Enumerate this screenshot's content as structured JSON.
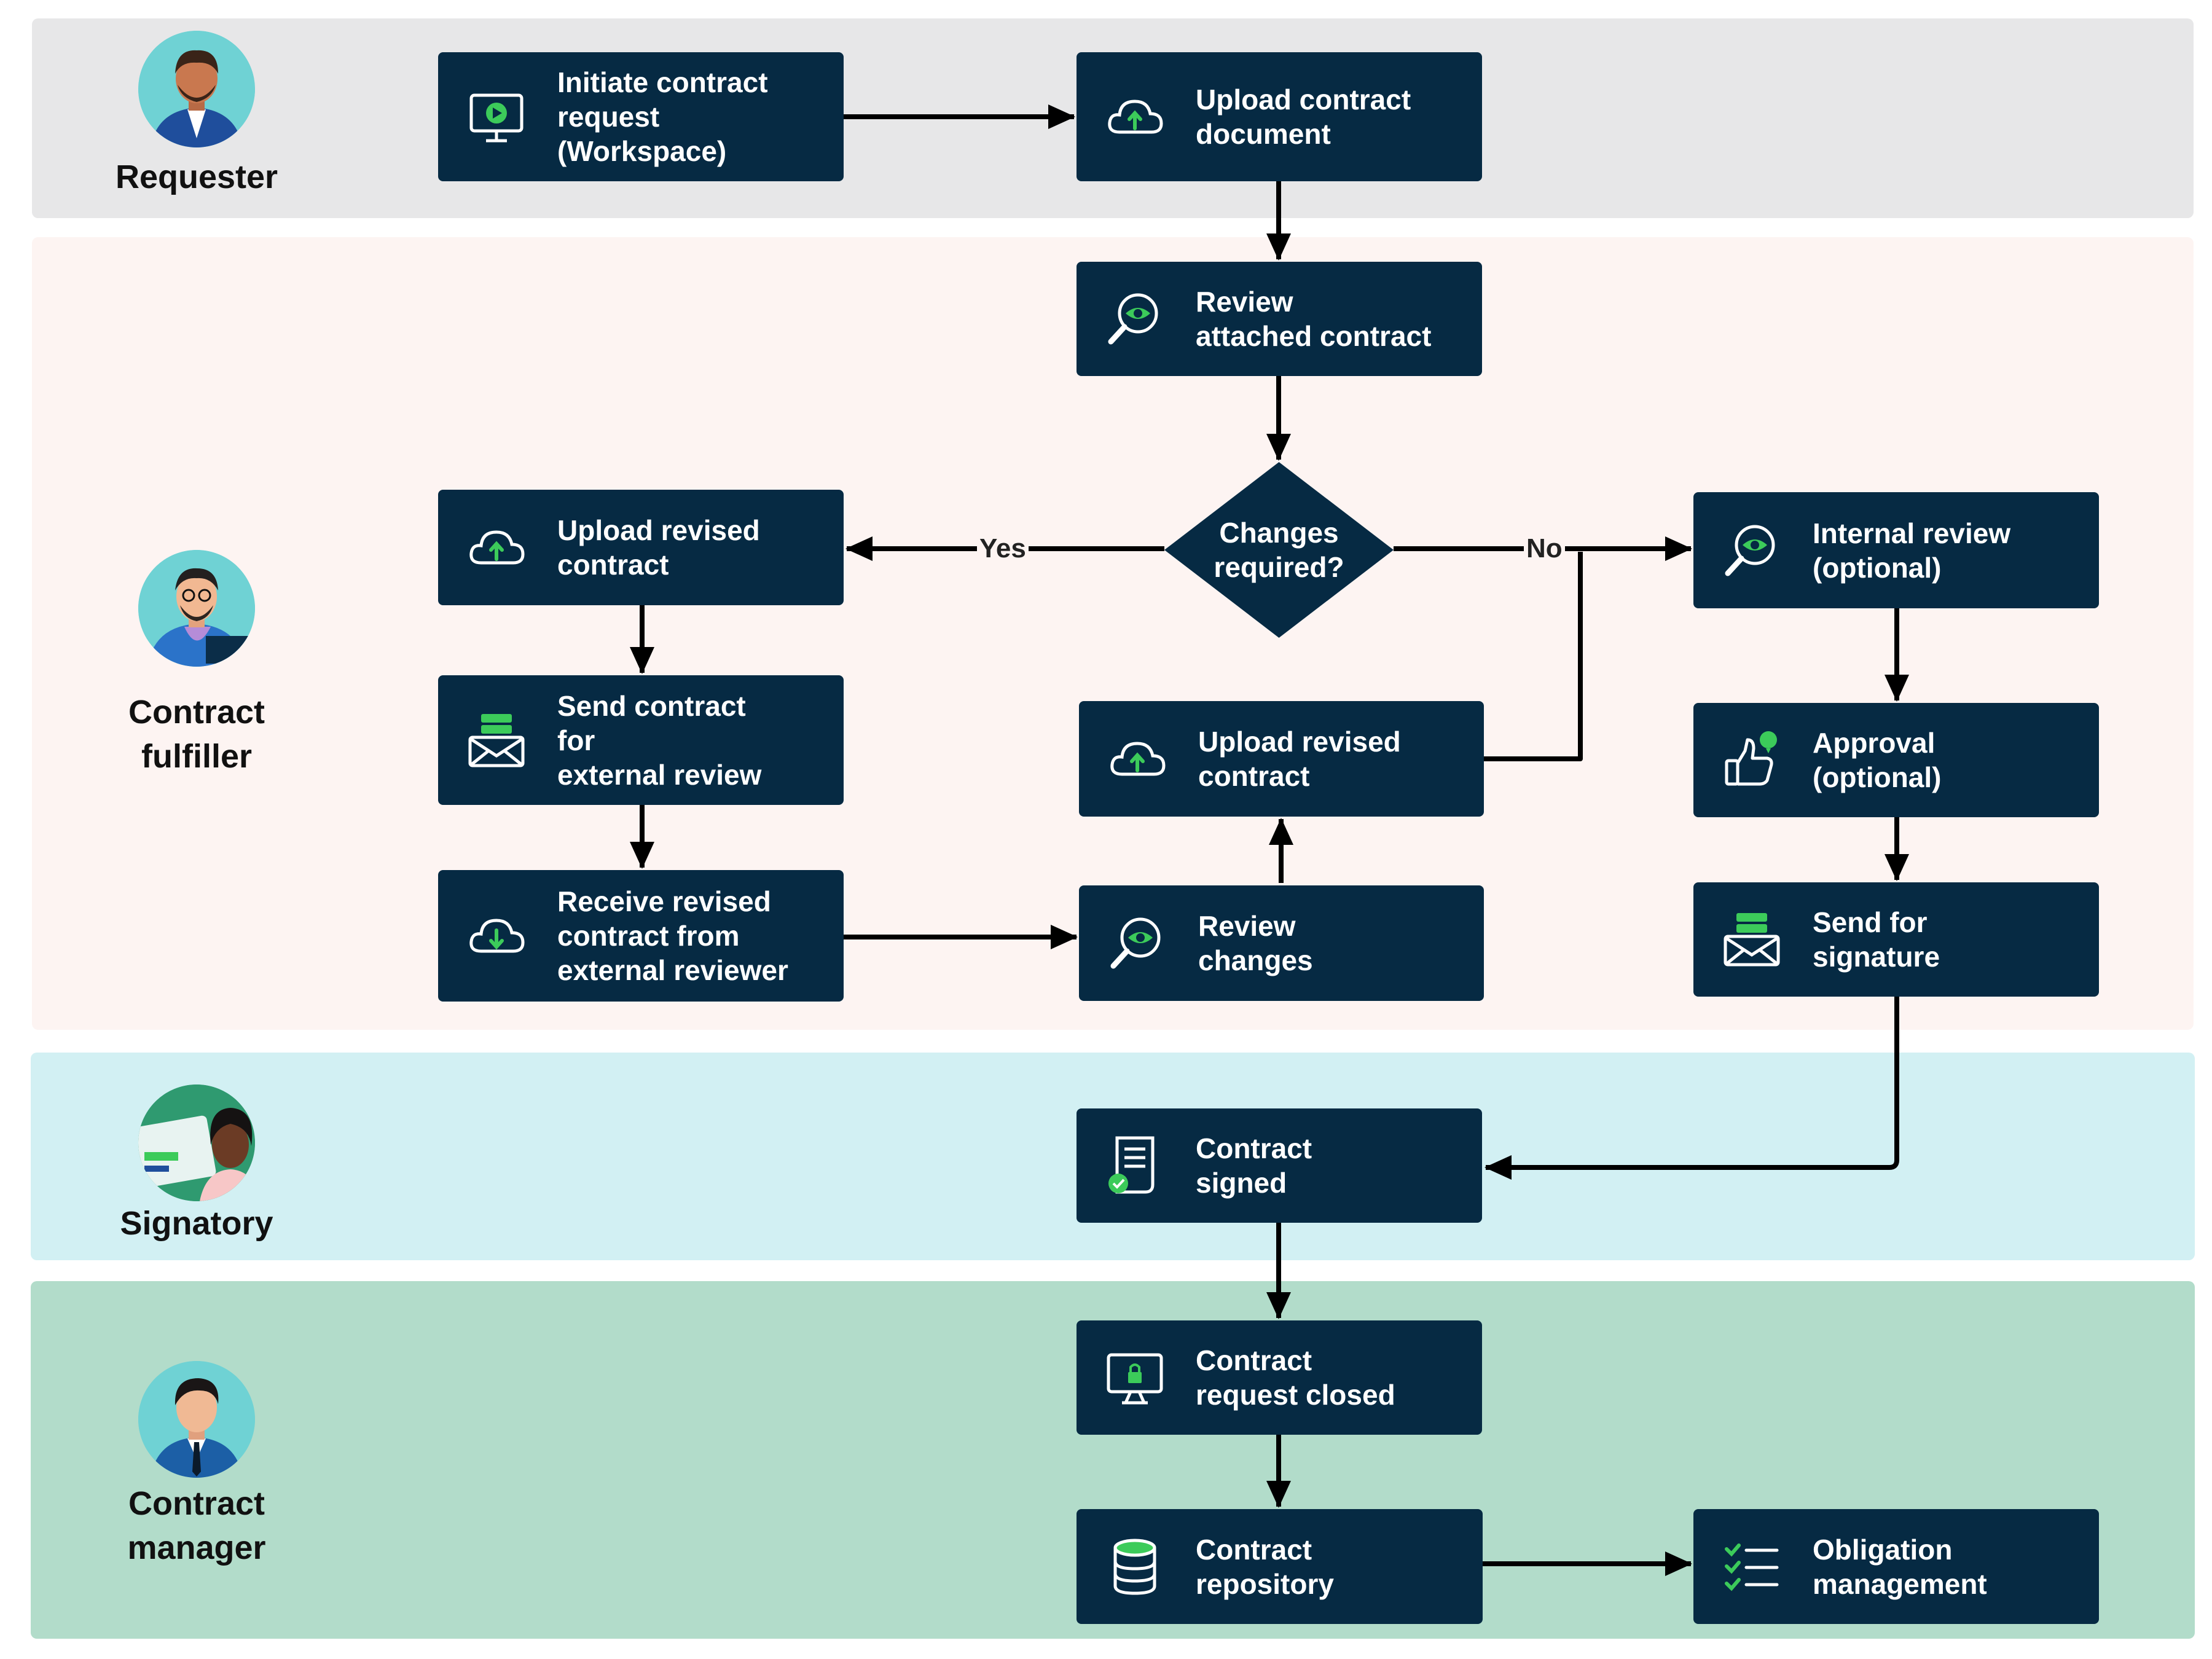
{
  "lanes": {
    "requester": "Requester",
    "fulfiller": "Contract\nfulfiller",
    "signatory": "Signatory",
    "manager": "Contract\nmanager"
  },
  "nodes": {
    "initiate": "Initiate contract\nrequest\n(Workspace)",
    "upload_doc": "Upload contract\ndocument",
    "review_attached": "Review\nattached contract",
    "upload_revised_left": "Upload revised\ncontract",
    "send_external": "Send contract\nfor\nexternal review",
    "receive_revised": "Receive revised\ncontract from\nexternal reviewer",
    "upload_revised_mid": "Upload revised\ncontract",
    "review_changes": "Review\nchanges",
    "internal_review": "Internal review\n(optional)",
    "approval": "Approval\n(optional)",
    "send_signature": "Send for\nsignature",
    "signed": "Contract\nsigned",
    "closed": "Contract\nrequest closed",
    "repository": "Contract\nrepository",
    "obligation": "Obligation\nmanagement"
  },
  "decision": {
    "label": "Changes\nrequired?",
    "yes": "Yes",
    "no": "No"
  },
  "colors": {
    "node_fill": "#062a43",
    "accent_green": "#3ccb5a",
    "lane_requester": "#e7e7e8",
    "lane_fulfiller": "#fdf4f2",
    "lane_signatory": "#d2f0f3",
    "lane_manager": "#b2dcca"
  },
  "icons": {
    "initiate": "monitor-play-icon",
    "upload_doc": "cloud-upload-icon",
    "review_attached": "magnifier-eye-icon",
    "upload_revised_left": "cloud-upload-icon",
    "send_external": "envelope-inbox-icon",
    "receive_revised": "cloud-download-icon",
    "upload_revised_mid": "cloud-upload-icon",
    "review_changes": "magnifier-eye-icon",
    "internal_review": "magnifier-eye-icon",
    "approval": "thumbs-up-icon",
    "send_signature": "envelope-inbox-icon",
    "signed": "signed-document-icon",
    "closed": "monitor-lock-icon",
    "repository": "database-icon",
    "obligation": "checklist-icon"
  }
}
